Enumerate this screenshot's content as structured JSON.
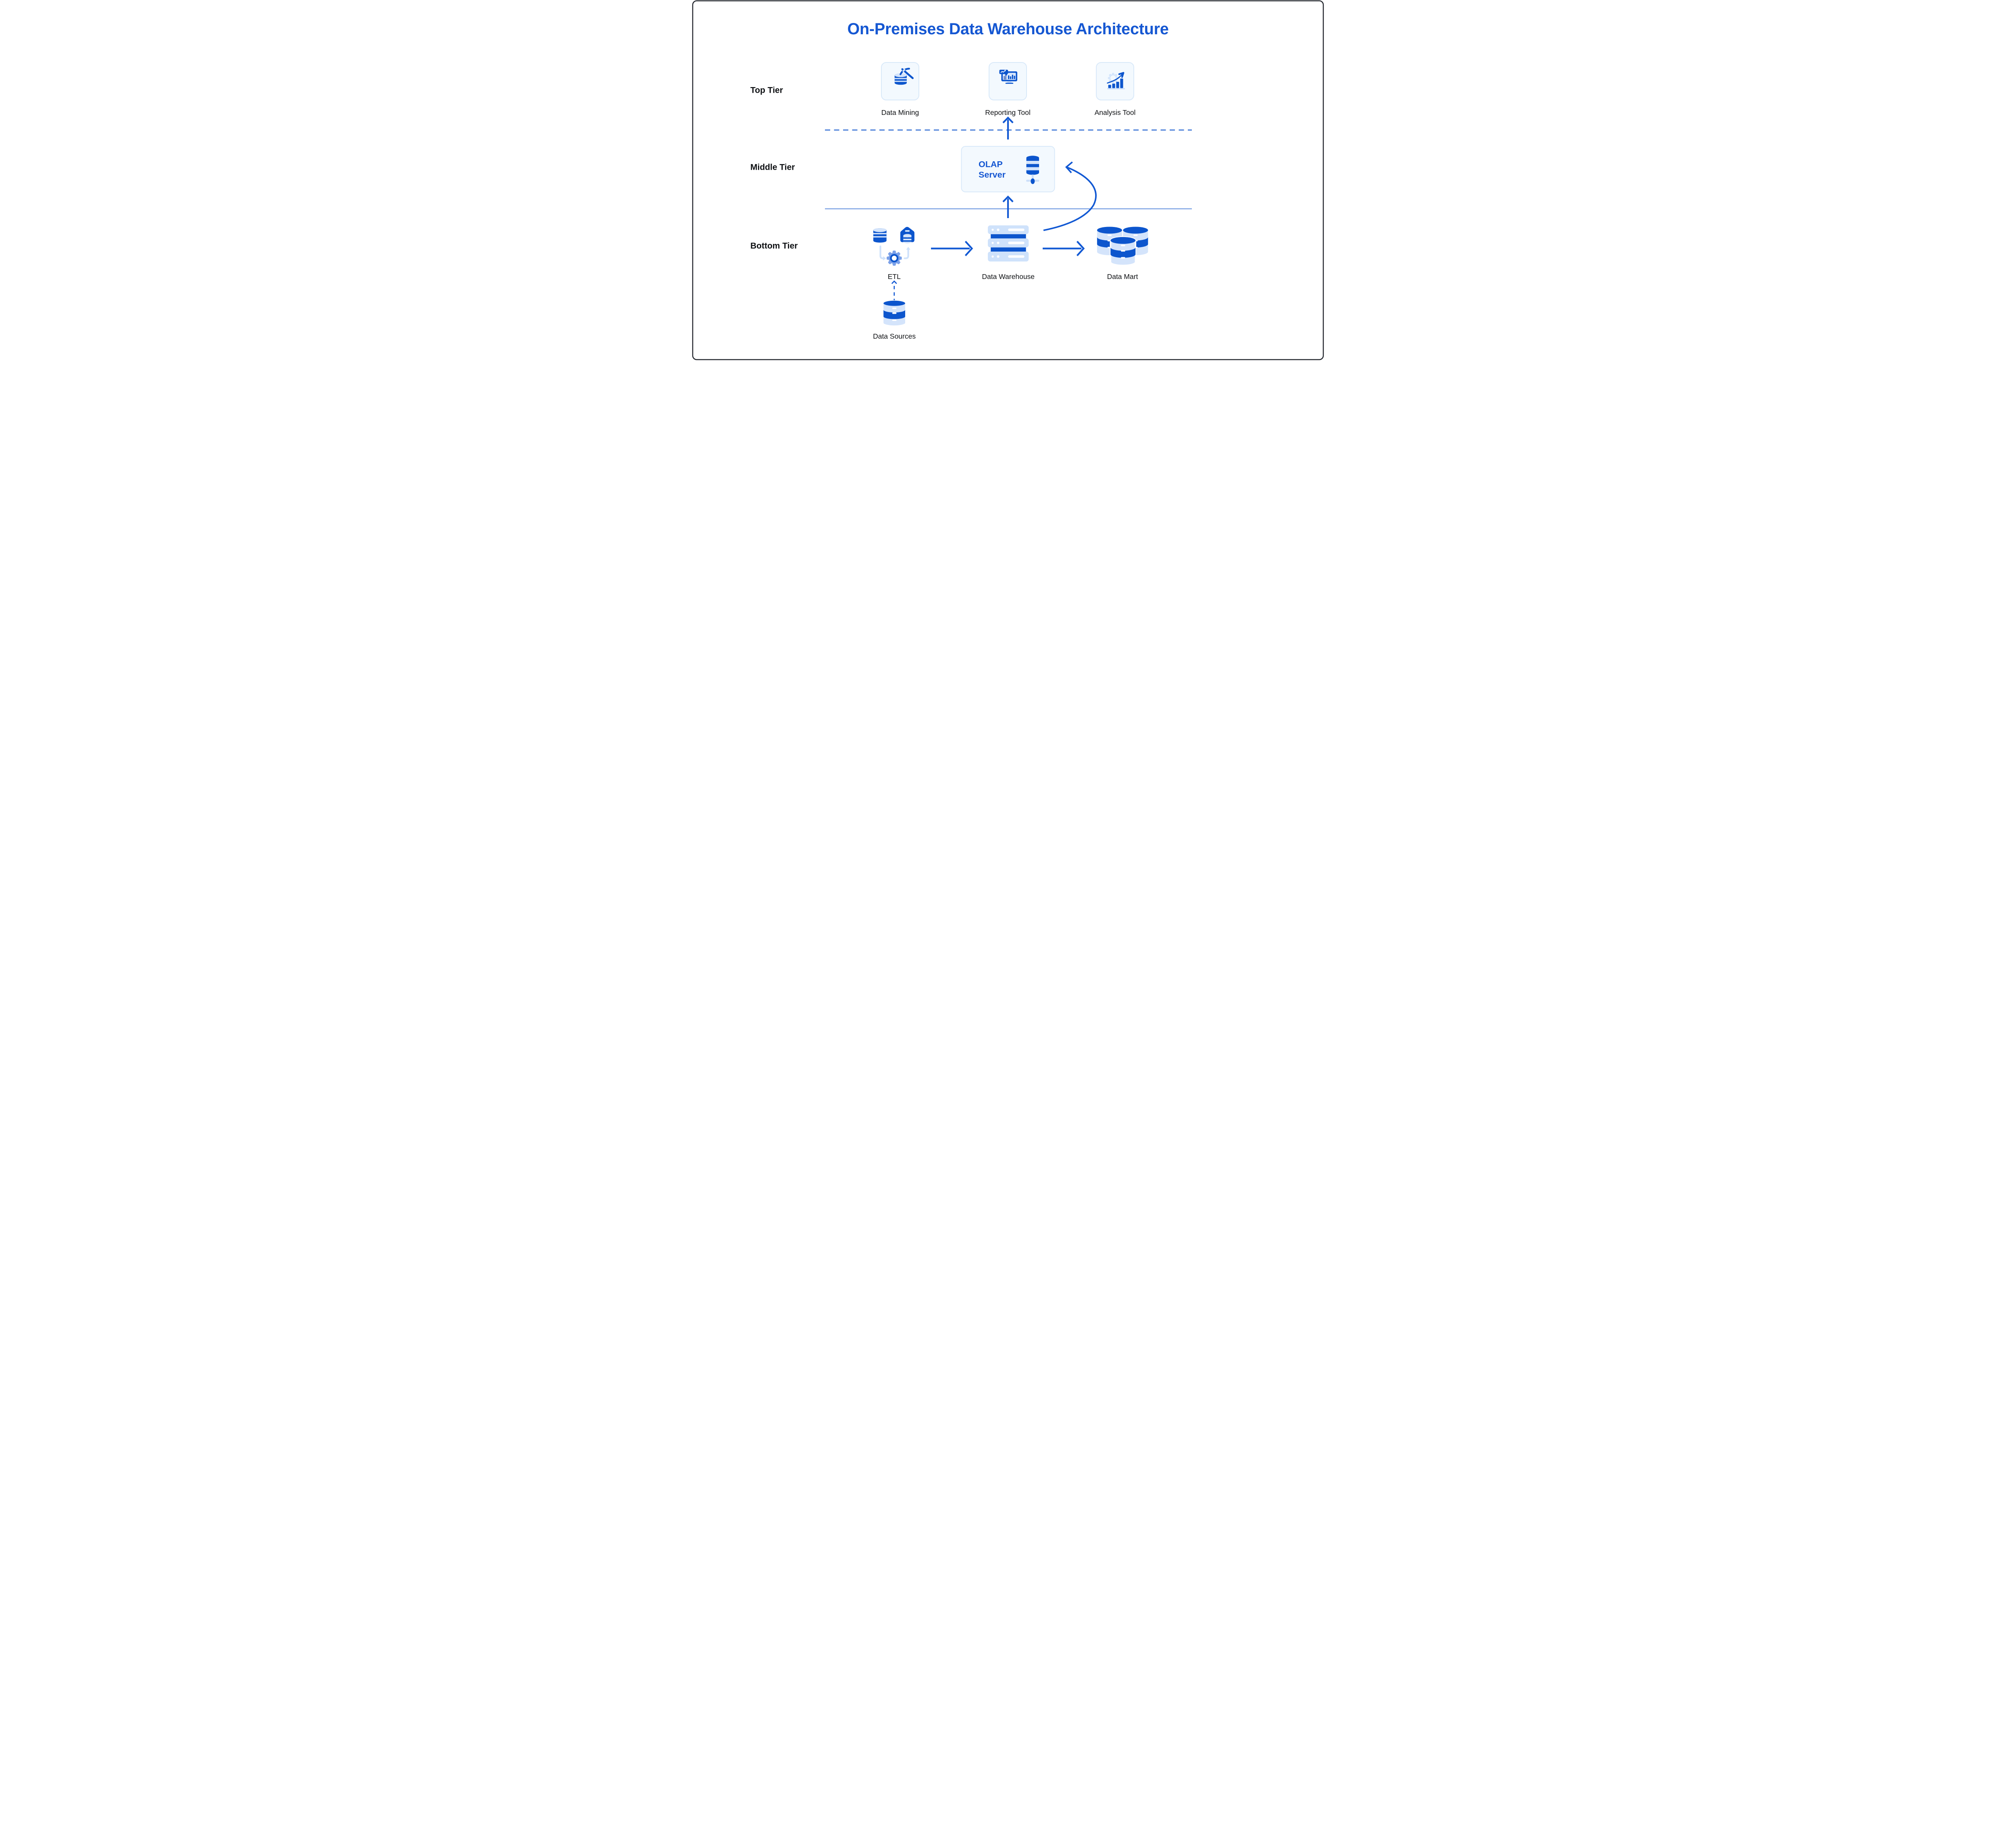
{
  "title": {
    "text": "On-Premises Data Warehouse Architecture"
  },
  "tiers": {
    "top": {
      "label": "Top Tier"
    },
    "middle": {
      "label": "Middle Tier"
    },
    "bottom": {
      "label": "Bottom Tier"
    }
  },
  "top_tier_items": [
    {
      "label": "Data Mining",
      "icon": "data-mining-icon"
    },
    {
      "label": "Reporting Tool",
      "icon": "reporting-tool-icon"
    },
    {
      "label": "Analysis Tool",
      "icon": "analysis-tool-icon"
    }
  ],
  "olap_server": {
    "line1": "OLAP",
    "line2": "Server",
    "icon": "database-server-icon"
  },
  "bottom_tier_items": [
    {
      "label": "ETL",
      "icon": "etl-process-icon"
    },
    {
      "label": "Data Warehouse",
      "icon": "server-rack-icon"
    },
    {
      "label": "Data Mart",
      "icon": "database-cluster-icon"
    }
  ],
  "data_sources": {
    "label": "Data Sources",
    "icon": "database-icon"
  },
  "colors": {
    "primary_blue": "#0c55cd",
    "light_blue": "#d4e4fb",
    "pale_blue": "#cfe2fb",
    "card_bg": "#f3f9fe",
    "card_border": "#d9e9f9",
    "title_blue": "#1557d2",
    "arrow_blue": "#1158d3",
    "divider_blue": "#2e6ad3",
    "gear_blue": "#7aa0e8",
    "text_dark": "#0d0f12"
  }
}
